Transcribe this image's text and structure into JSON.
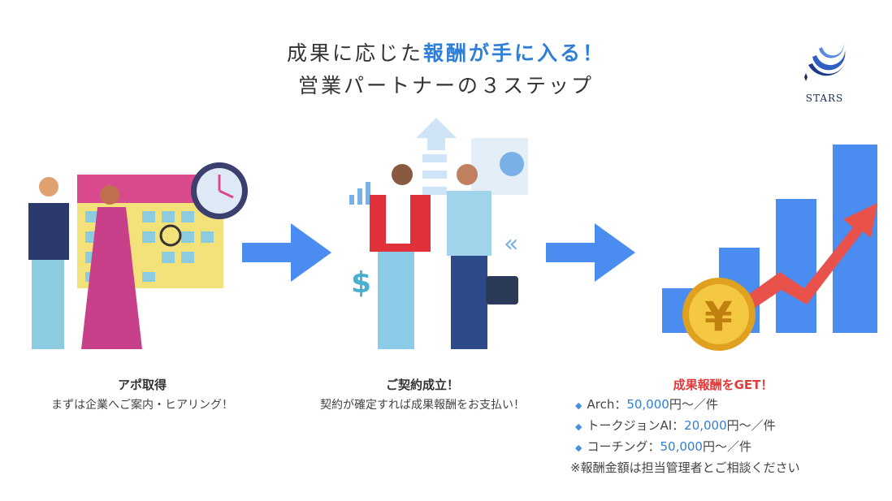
{
  "header": {
    "line1_pre": "成果に応じた",
    "line1_highlight": "報酬が手に入る！",
    "line2": "営業パートナーの３ステップ"
  },
  "logo": {
    "text": "STARS"
  },
  "steps": [
    {
      "title": "アポ取得",
      "desc": "まずは企業へご案内・ヒアリング！"
    },
    {
      "title": "ご契約成立！",
      "desc": "契約が確定すれば成果報酬をお支払い！"
    },
    {
      "title": "成果報酬をGET！"
    }
  ],
  "rewards": [
    {
      "name": "Arch：",
      "amount": "50,000",
      "unit": "円～／件"
    },
    {
      "name": "トークジョンAI：",
      "amount": "20,000",
      "unit": "円～／件"
    },
    {
      "name": "コーチング：",
      "amount": "50,000",
      "unit": "円～／件"
    }
  ],
  "note": "※報酬金額は担当管理者とご相談ください",
  "colors": {
    "accent": "#2f7fd8",
    "red": "#e03a3a",
    "arrow": "#4a8cf0"
  }
}
